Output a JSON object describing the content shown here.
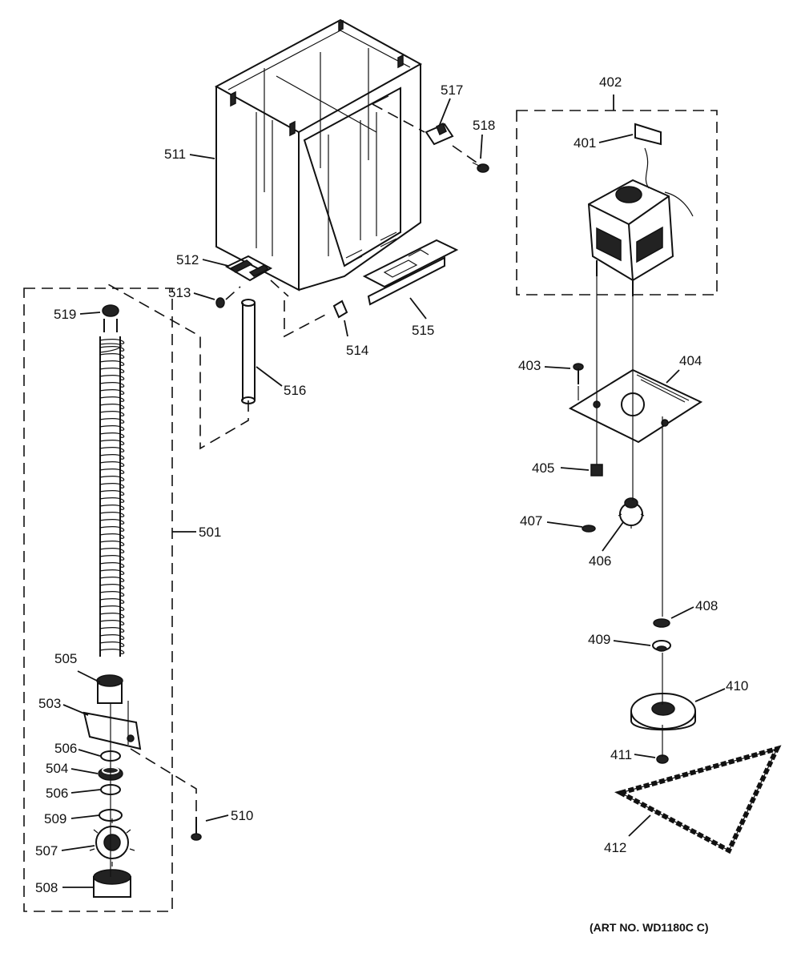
{
  "labels": {
    "p401": "401",
    "p402": "402",
    "p403": "403",
    "p404": "404",
    "p405": "405",
    "p406": "406",
    "p407": "407",
    "p408": "408",
    "p409": "409",
    "p410": "410",
    "p411": "411",
    "p412": "412",
    "p501": "501",
    "p503": "503",
    "p504": "504",
    "p505": "505",
    "p506a": "506",
    "p506b": "506",
    "p507": "507",
    "p508": "508",
    "p509": "509",
    "p510": "510",
    "p511": "511",
    "p512": "512",
    "p513": "513",
    "p514": "514",
    "p515": "515",
    "p516": "516",
    "p517": "517",
    "p518": "518",
    "p519": "519"
  },
  "art_number": "(ART NO. WD1180C C)"
}
